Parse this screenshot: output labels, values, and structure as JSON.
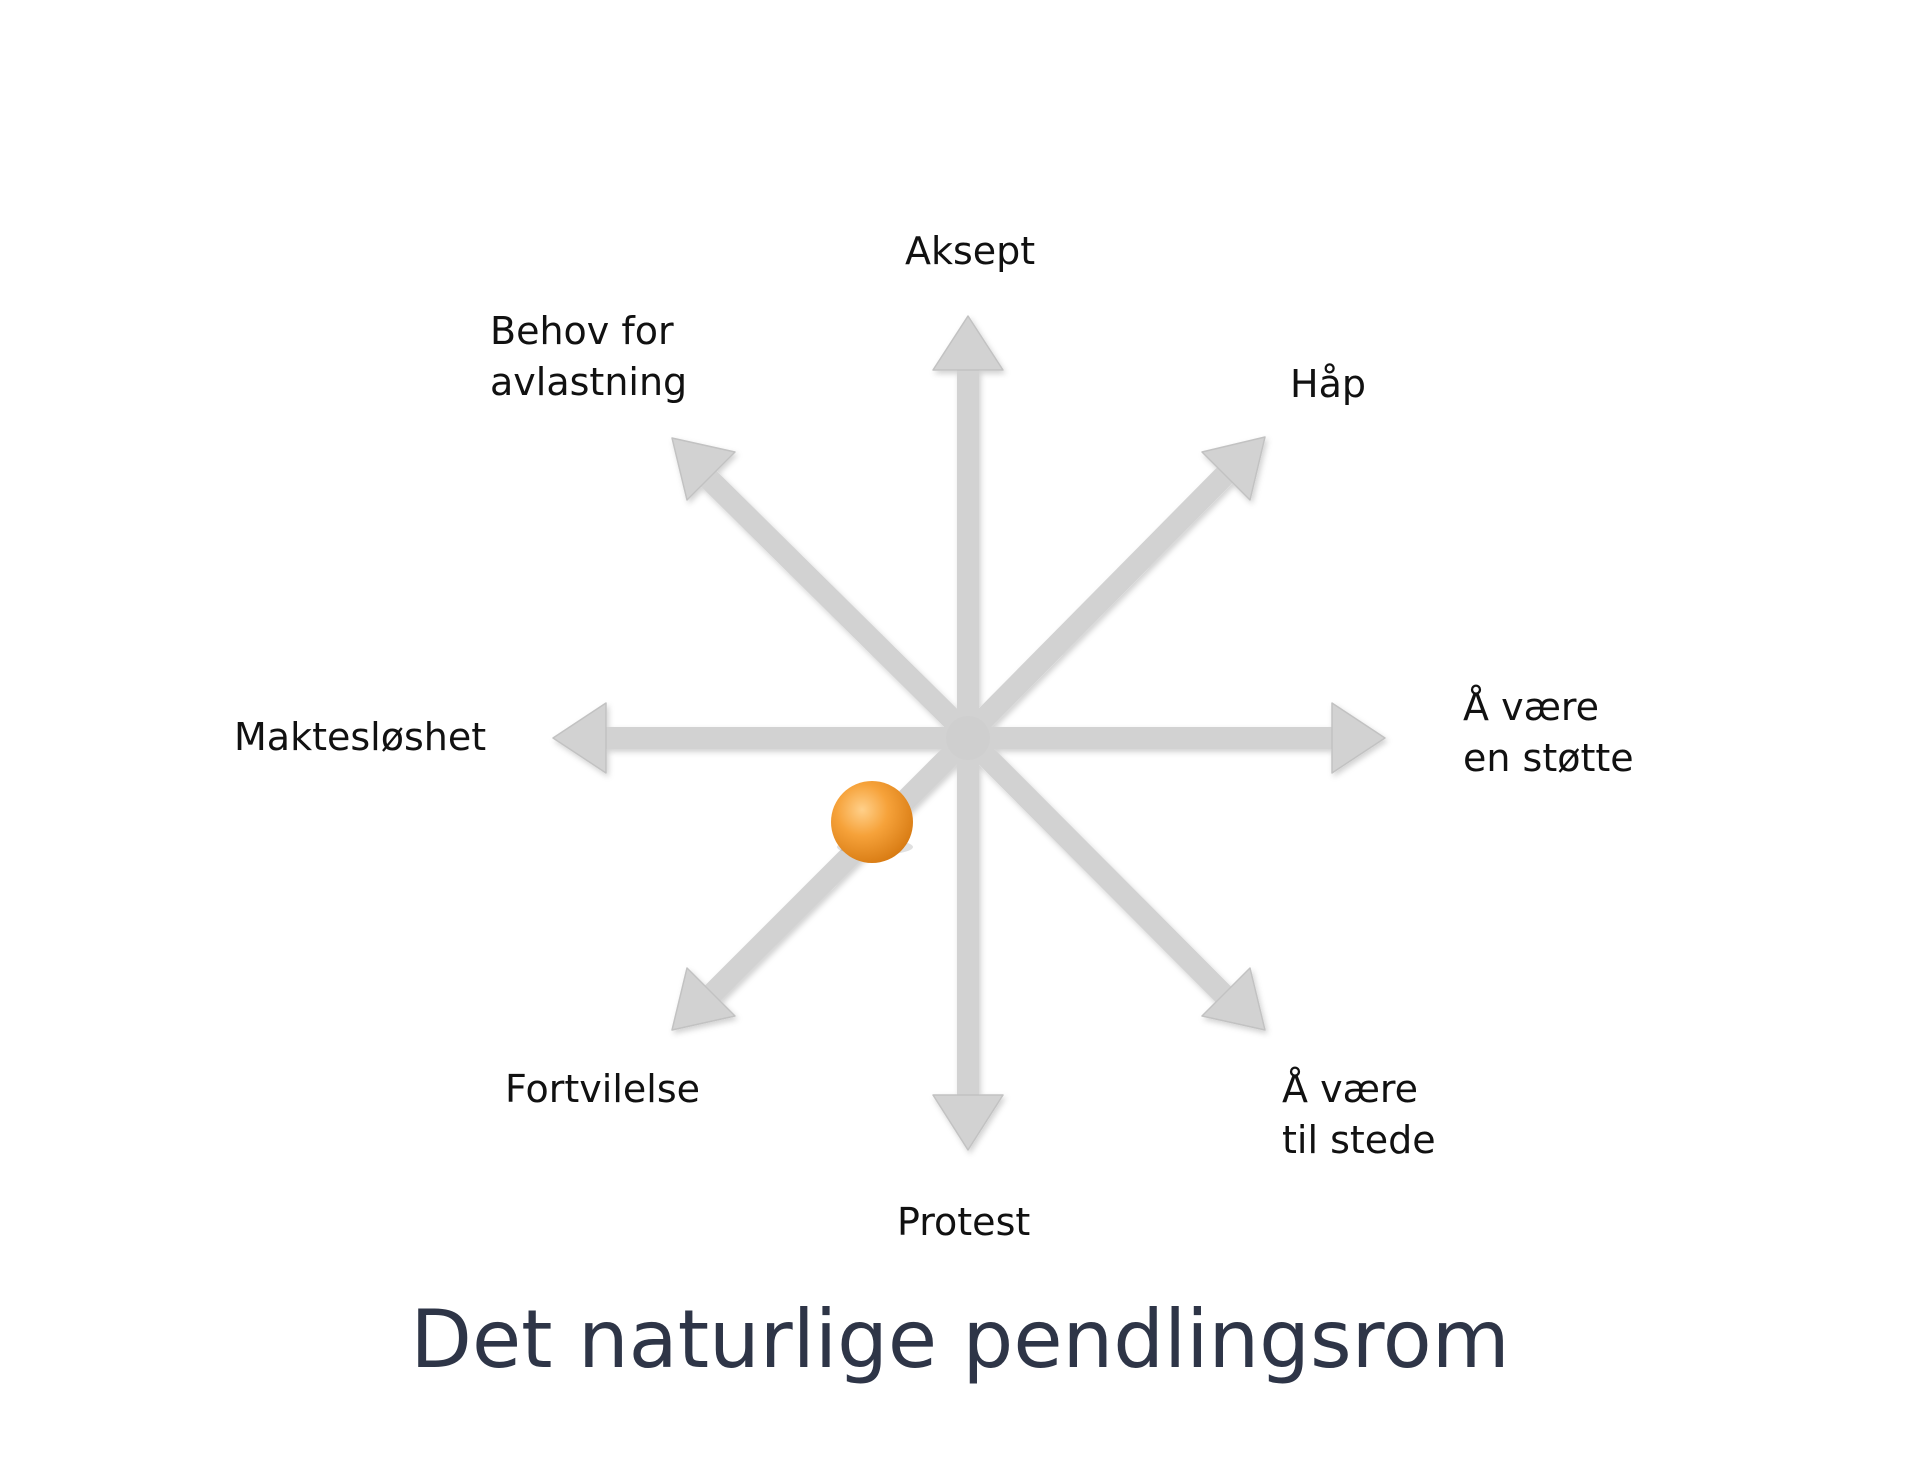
{
  "title": "Det naturlige pendlingsrom",
  "labels": {
    "aksept": "Aksept",
    "behov_line1": "Behov for",
    "behov_line2": "avlastning",
    "hap": "Håp",
    "maktesloshet": "Maktesløshet",
    "stotte_line1": "Å være",
    "stotte_line2": "en støtte",
    "fortvilelse": "Fortvilelse",
    "stede_line1": "Å være",
    "stede_line2": "til stede",
    "protest": "Protest"
  },
  "colors": {
    "arrow": "#d2d2d2",
    "ball": "#f29a2e",
    "title": "#2e3547",
    "text": "#111111"
  }
}
